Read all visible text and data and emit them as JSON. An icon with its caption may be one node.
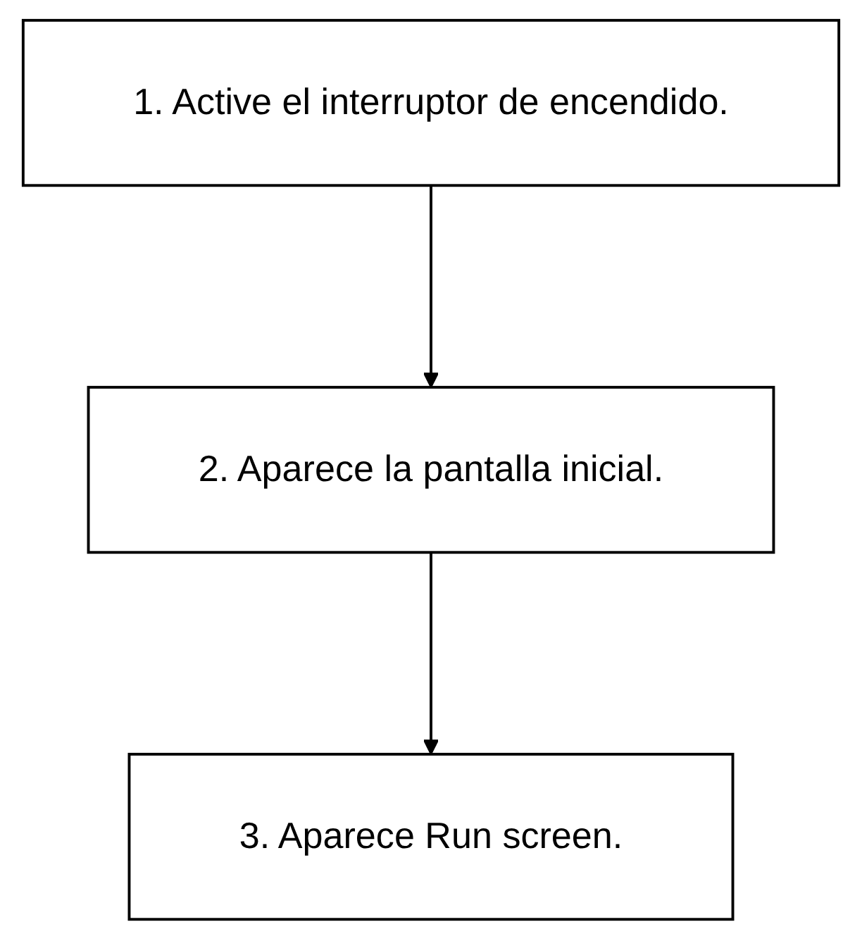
{
  "diagram": {
    "nodes": [
      {
        "text": [
          "1. Active el interruptor de encendido."
        ]
      },
      {
        "text": [
          "2. Aparece la pantalla inicial."
        ]
      },
      {
        "text": [
          "3. Aparece Run screen."
        ]
      }
    ],
    "edges": [
      {
        "from": 0,
        "to": 1,
        "arrow": "to"
      },
      {
        "from": 1,
        "to": 2,
        "arrow": "to"
      }
    ]
  }
}
